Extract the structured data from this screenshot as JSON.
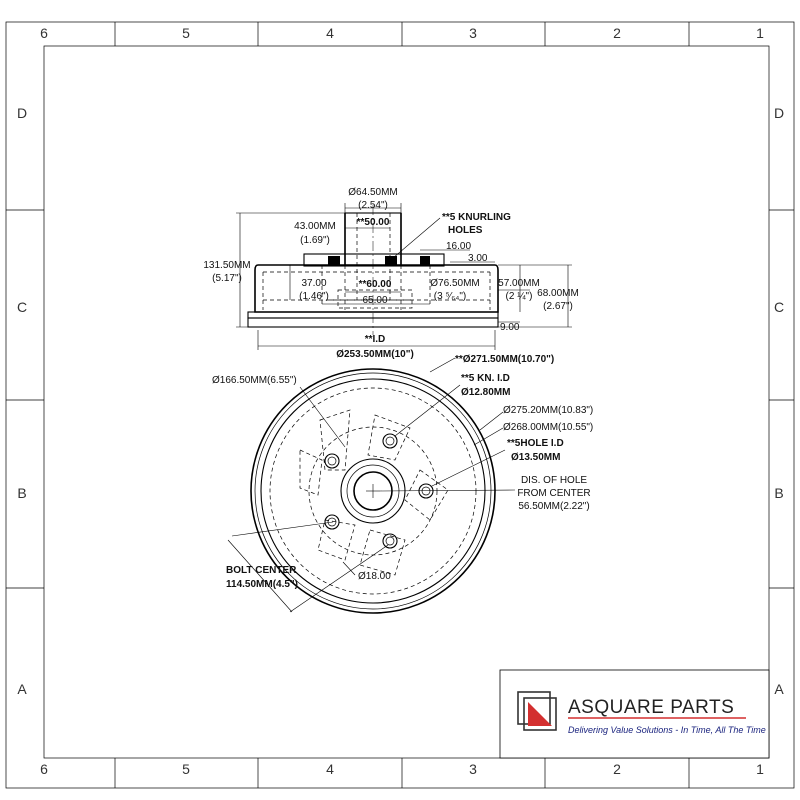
{
  "border": {
    "columns": [
      "6",
      "5",
      "4",
      "3",
      "2",
      "1"
    ],
    "rows": [
      "D",
      "C",
      "B",
      "A"
    ]
  },
  "side_view": {
    "hub_dia": "Ø64.50MM",
    "hub_dia_in": "(2.54\")",
    "hub_height": "43.00MM",
    "hub_height_in": "(1.69\")",
    "hub_inner": "**50.00",
    "knurling_line1": "**5 KNURLING",
    "knurling_line2": "HOLES",
    "dim_16": "16.00",
    "dim_3": "3.00",
    "total_height": "131.50MM",
    "total_height_in": "(5.17\")",
    "dim_37": "37.00",
    "dim_37_in": "(1.46\")",
    "bore": "**60.00",
    "pilot_dia": "Ø76.50MM",
    "pilot_dia_in": "(3 ⁵⁄₆₄\")",
    "dim_65": "65.00",
    "dim_57": "57.00MM",
    "dim_57_in": "(2 ¼\")",
    "dim_68": "68.00MM",
    "dim_68_in": "(2.67\")",
    "dim_9": "9.00",
    "id_label": "**I.D",
    "id_value": "Ø253.50MM(10\")"
  },
  "front_view": {
    "outer_dia": "**Ø271.50MM(10.70\")",
    "bolt_circle_outer": "Ø166.50MM(6.55\")",
    "kn_id_line1": "**5 KN. I.D",
    "kn_id_line2": "Ø12.80MM",
    "dia_275": "Ø275.20MM(10.83\")",
    "dia_268": "Ø268.00MM(10.55\")",
    "hole_id_line1": "**5HOLE I.D",
    "hole_id_line2": "Ø13.50MM",
    "dis_line1": "DIS. OF HOLE",
    "dis_line2": "FROM CENTER",
    "dis_line3": "56.50MM(2.22\")",
    "bolt_center_line1": "BOLT CENTER",
    "bolt_center_line2": "114.50MM(4.5\")",
    "dia_18": "Ø18.00"
  },
  "logo": {
    "name": "ASQUARE PARTS",
    "tagline": "Delivering Value Solutions - In Time, All The Time",
    "accent_color": "#d32f2f",
    "text_color": "#222222",
    "tagline_color": "#1a237e"
  }
}
